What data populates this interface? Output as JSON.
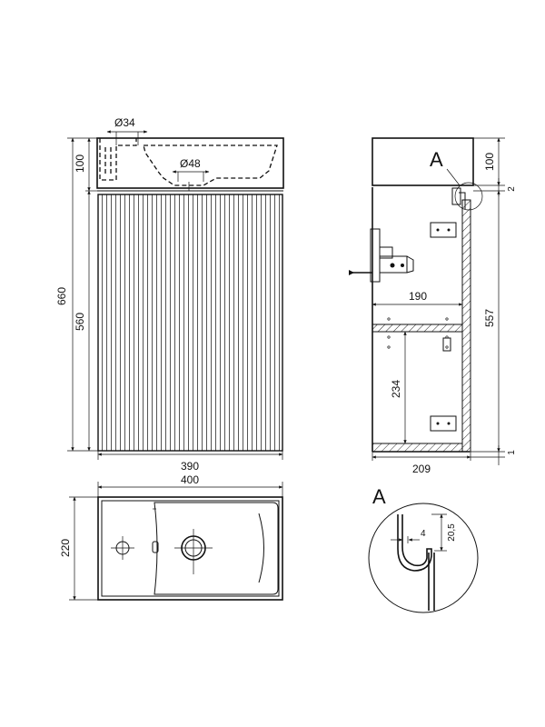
{
  "front_view": {
    "hole_small": "Ø34",
    "hole_large": "Ø48",
    "height_total": "660",
    "height_basin": "100",
    "height_cabinet": "560",
    "width_cabinet": "390"
  },
  "side_view": {
    "detail_marker": "A",
    "height_basin": "100",
    "gap_top": "2",
    "height_cabinet": "557",
    "gap_bottom": "1",
    "shelf_depth": "190",
    "shelf_height": "234",
    "depth": "209"
  },
  "top_view": {
    "width": "400",
    "depth": "220"
  },
  "detail_a": {
    "title": "A",
    "dim_width": "4",
    "dim_height": "20,5"
  }
}
